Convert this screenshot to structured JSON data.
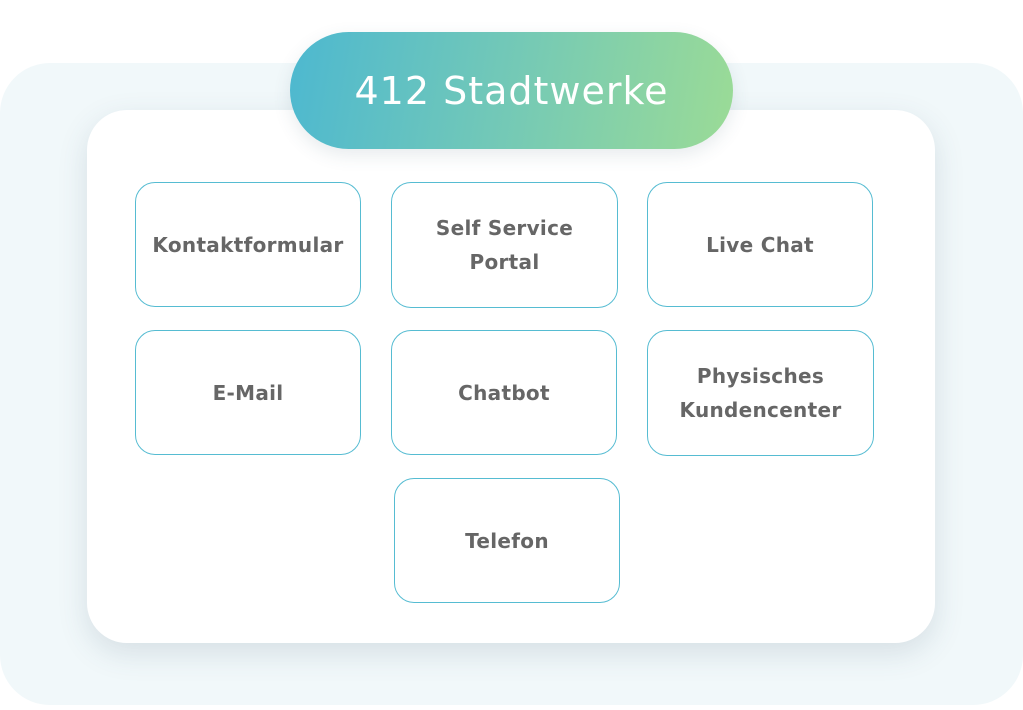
{
  "title": "412 Stadtwerke",
  "channels": [
    "Kontaktformular",
    "Self Service Portal",
    "Live Chat",
    "E-Mail",
    "Chatbot",
    "Physisches Kundencenter",
    "Telefon"
  ],
  "colors": {
    "gradient_start": "#4db8d0",
    "gradient_end": "#9bdb96",
    "border": "#56bcd2",
    "text": "#666666"
  }
}
